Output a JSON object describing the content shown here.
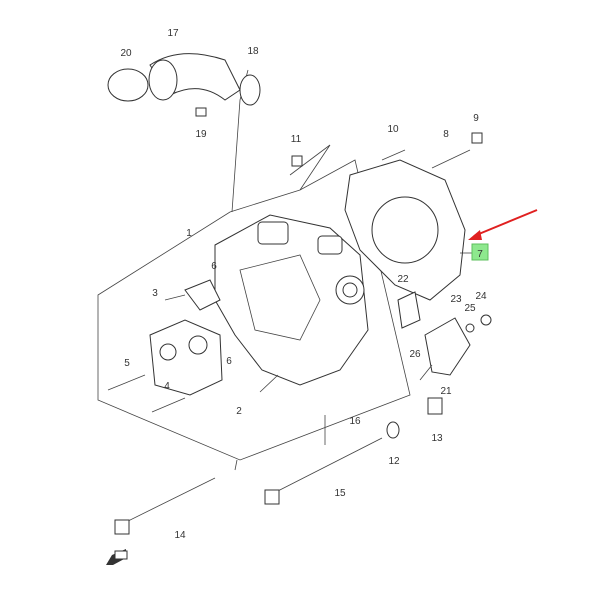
{
  "diagram": {
    "title": "Cylinder head exploded parts diagram",
    "highlight_color": "#8ee88e",
    "arrow_color": "#e02020",
    "highlighted_part": "7",
    "forward_icon": "fwd-arrow-icon",
    "labels": {
      "p1": "1",
      "p2": "2",
      "p3": "3",
      "p4": "4",
      "p5": "5",
      "p6a": "6",
      "p6b": "6",
      "p7": "7",
      "p8": "8",
      "p9": "9",
      "p10": "10",
      "p11": "11",
      "p12": "12",
      "p13": "13",
      "p14": "14",
      "p15": "15",
      "p16": "16",
      "p17": "17",
      "p18": "18",
      "p19": "19",
      "p20": "20",
      "p21": "21",
      "p22": "22",
      "p23": "23",
      "p24": "24",
      "p25": "25",
      "p26": "26"
    }
  }
}
